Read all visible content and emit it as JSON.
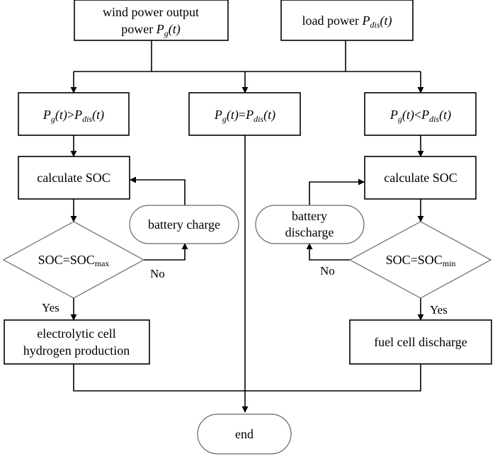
{
  "nodes": {
    "wind_power": {
      "line1": "wind power output",
      "line2_prefix": "power ",
      "line2_var": "P",
      "line2_sub": "g",
      "line2_arg": "(t)"
    },
    "load_power": {
      "prefix": "load power ",
      "var": "P",
      "sub": "dis",
      "arg": "(t)"
    },
    "cond_gt": {
      "left_var": "P",
      "left_sub": "g",
      "left_arg": "(t)",
      "op": ">",
      "right_var": "P",
      "right_sub": "dis",
      "right_arg": "(t)"
    },
    "cond_eq": {
      "left_var": "P",
      "left_sub": "g",
      "left_arg": "(t)",
      "op": "=",
      "right_var": "P",
      "right_sub": "dis",
      "right_arg": "(t)"
    },
    "cond_lt": {
      "left_var": "P",
      "left_sub": "g",
      "left_arg": "(t)",
      "op": "<",
      "right_var": "P",
      "right_sub": "dis",
      "right_arg": "(t)"
    },
    "calc_soc_left": {
      "label": "calculate SOC"
    },
    "calc_soc_right": {
      "label": "calculate SOC"
    },
    "battery_charge": {
      "label": "battery charge"
    },
    "battery_discharge": {
      "line1": "battery",
      "line2": "discharge"
    },
    "decision_max": {
      "main": "SOC=SOC",
      "sub": "max"
    },
    "decision_min": {
      "main": "SOC=SOC",
      "sub": "min"
    },
    "electrolytic": {
      "line1": "electrolytic cell",
      "line2": "hydrogen production"
    },
    "fuel_cell": {
      "label": "fuel cell discharge"
    },
    "end": {
      "label": "end"
    }
  },
  "edge_labels": {
    "no_left": "No",
    "yes_left": "Yes",
    "no_right": "No",
    "yes_right": "Yes"
  }
}
